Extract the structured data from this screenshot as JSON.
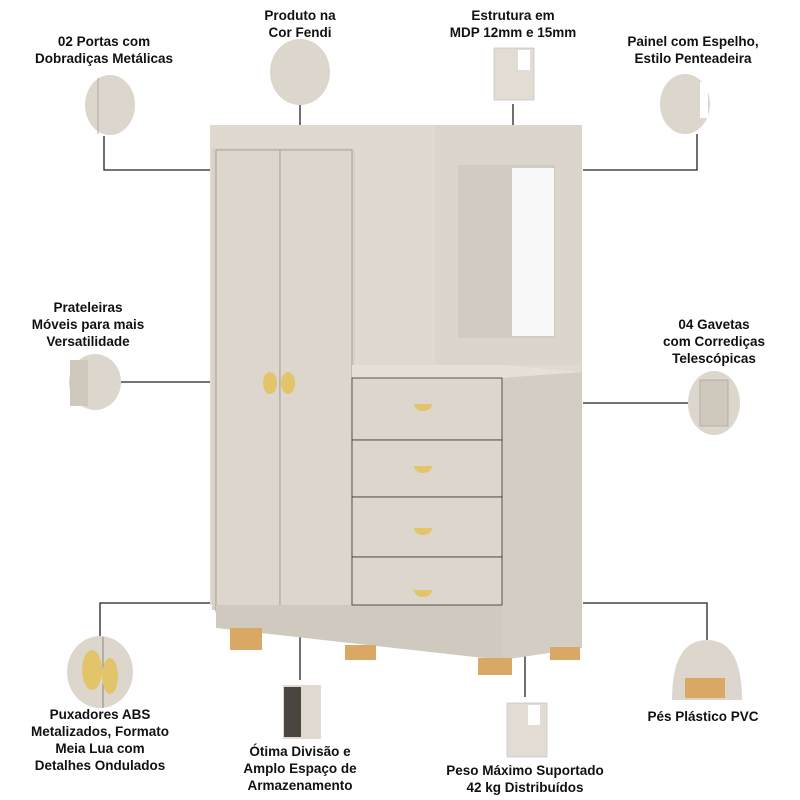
{
  "features": [
    {
      "id": "portas",
      "lines": [
        "02 Portas com",
        "Dobradiças Metálicas"
      ],
      "icon": "door-hinge-detail"
    },
    {
      "id": "cor",
      "lines": [
        "Produto na",
        "Cor Fendi"
      ],
      "icon": "color-swatch"
    },
    {
      "id": "estrutura",
      "lines": [
        "Estrutura em",
        "MDP 12mm e 15mm"
      ],
      "icon": "furniture-thumbnail"
    },
    {
      "id": "painel",
      "lines": [
        "Painel com Espelho,",
        "Estilo Penteadeira"
      ],
      "icon": "mirror-detail"
    },
    {
      "id": "prateleiras",
      "lines": [
        "Prateleiras",
        "Móveis para mais",
        "Versatilidade"
      ],
      "icon": "shelves-detail"
    },
    {
      "id": "gavetas",
      "lines": [
        "04 Gavetas",
        "com Corrediças",
        "Telescópicas"
      ],
      "icon": "drawers-detail"
    },
    {
      "id": "puxadores",
      "lines": [
        "Puxadores ABS",
        "Metalizados, Formato",
        "Meia Lua com",
        "Detalhes Ondulados"
      ],
      "icon": "handle-detail"
    },
    {
      "id": "divisao",
      "lines": [
        "Ótima Divisão e",
        "Amplo Espaço de",
        "Armazenamento"
      ],
      "icon": "open-furniture-thumbnail"
    },
    {
      "id": "peso",
      "lines": [
        "Peso Máximo Suportado",
        "42 kg Distribuídos"
      ],
      "icon": "furniture-thumbnail"
    },
    {
      "id": "pes",
      "lines": [
        "Pés Plástico PVC"
      ],
      "icon": "foot-detail"
    }
  ],
  "colors": {
    "body": "#ddd6cc",
    "shade": "#cfc8bd",
    "feet": "#d9a865",
    "handle": "#e2c46a",
    "mirror": "#f7f7f7"
  }
}
